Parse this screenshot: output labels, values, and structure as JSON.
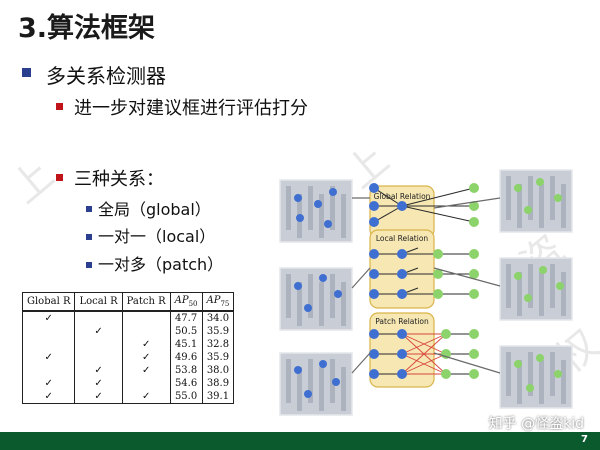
{
  "slide": {
    "title": "3.算法框架",
    "bullets": {
      "level1": "多关系检测器",
      "level2_a": "进一步对建议框进行评估打分",
      "level2_b": "三种关系：",
      "level3": [
        "全局（global）",
        "一对一（local）",
        "一对多（patch）"
      ]
    },
    "page_number": "7",
    "brand_watermark": "知乎 @怪盗kid",
    "background_watermark": [
      "盗",
      "上",
      "盗",
      "上",
      "权"
    ]
  },
  "table": {
    "headers": [
      "Global R",
      "Local R",
      "Patch R",
      "AP50",
      "AP75"
    ],
    "ap50_label": "AP",
    "ap50_sub": "50",
    "ap75_label": "AP",
    "ap75_sub": "75",
    "rows": [
      {
        "g": "✓",
        "l": "",
        "p": "",
        "ap50": "47.7",
        "ap75": "34.0"
      },
      {
        "g": "",
        "l": "✓",
        "p": "",
        "ap50": "50.5",
        "ap75": "35.9"
      },
      {
        "g": "",
        "l": "",
        "p": "✓",
        "ap50": "45.1",
        "ap75": "32.8"
      },
      {
        "g": "✓",
        "l": "",
        "p": "✓",
        "ap50": "49.6",
        "ap75": "35.9"
      },
      {
        "g": "",
        "l": "✓",
        "p": "✓",
        "ap50": "53.8",
        "ap75": "38.0"
      },
      {
        "g": "✓",
        "l": "✓",
        "p": "",
        "ap50": "54.6",
        "ap75": "38.9"
      },
      {
        "g": "✓",
        "l": "✓",
        "p": "✓",
        "ap50": "55.0",
        "ap75": "39.1"
      }
    ]
  },
  "diagram": {
    "labels": [
      "Global Relation",
      "Local Relation",
      "Patch Relation"
    ],
    "colors": {
      "blue_node": "#3f6fd0",
      "green_node": "#8bd36a",
      "box_fill": "#f6e7b3",
      "box_stroke": "#d9b44a",
      "patch_edge": "#d8453a"
    }
  }
}
